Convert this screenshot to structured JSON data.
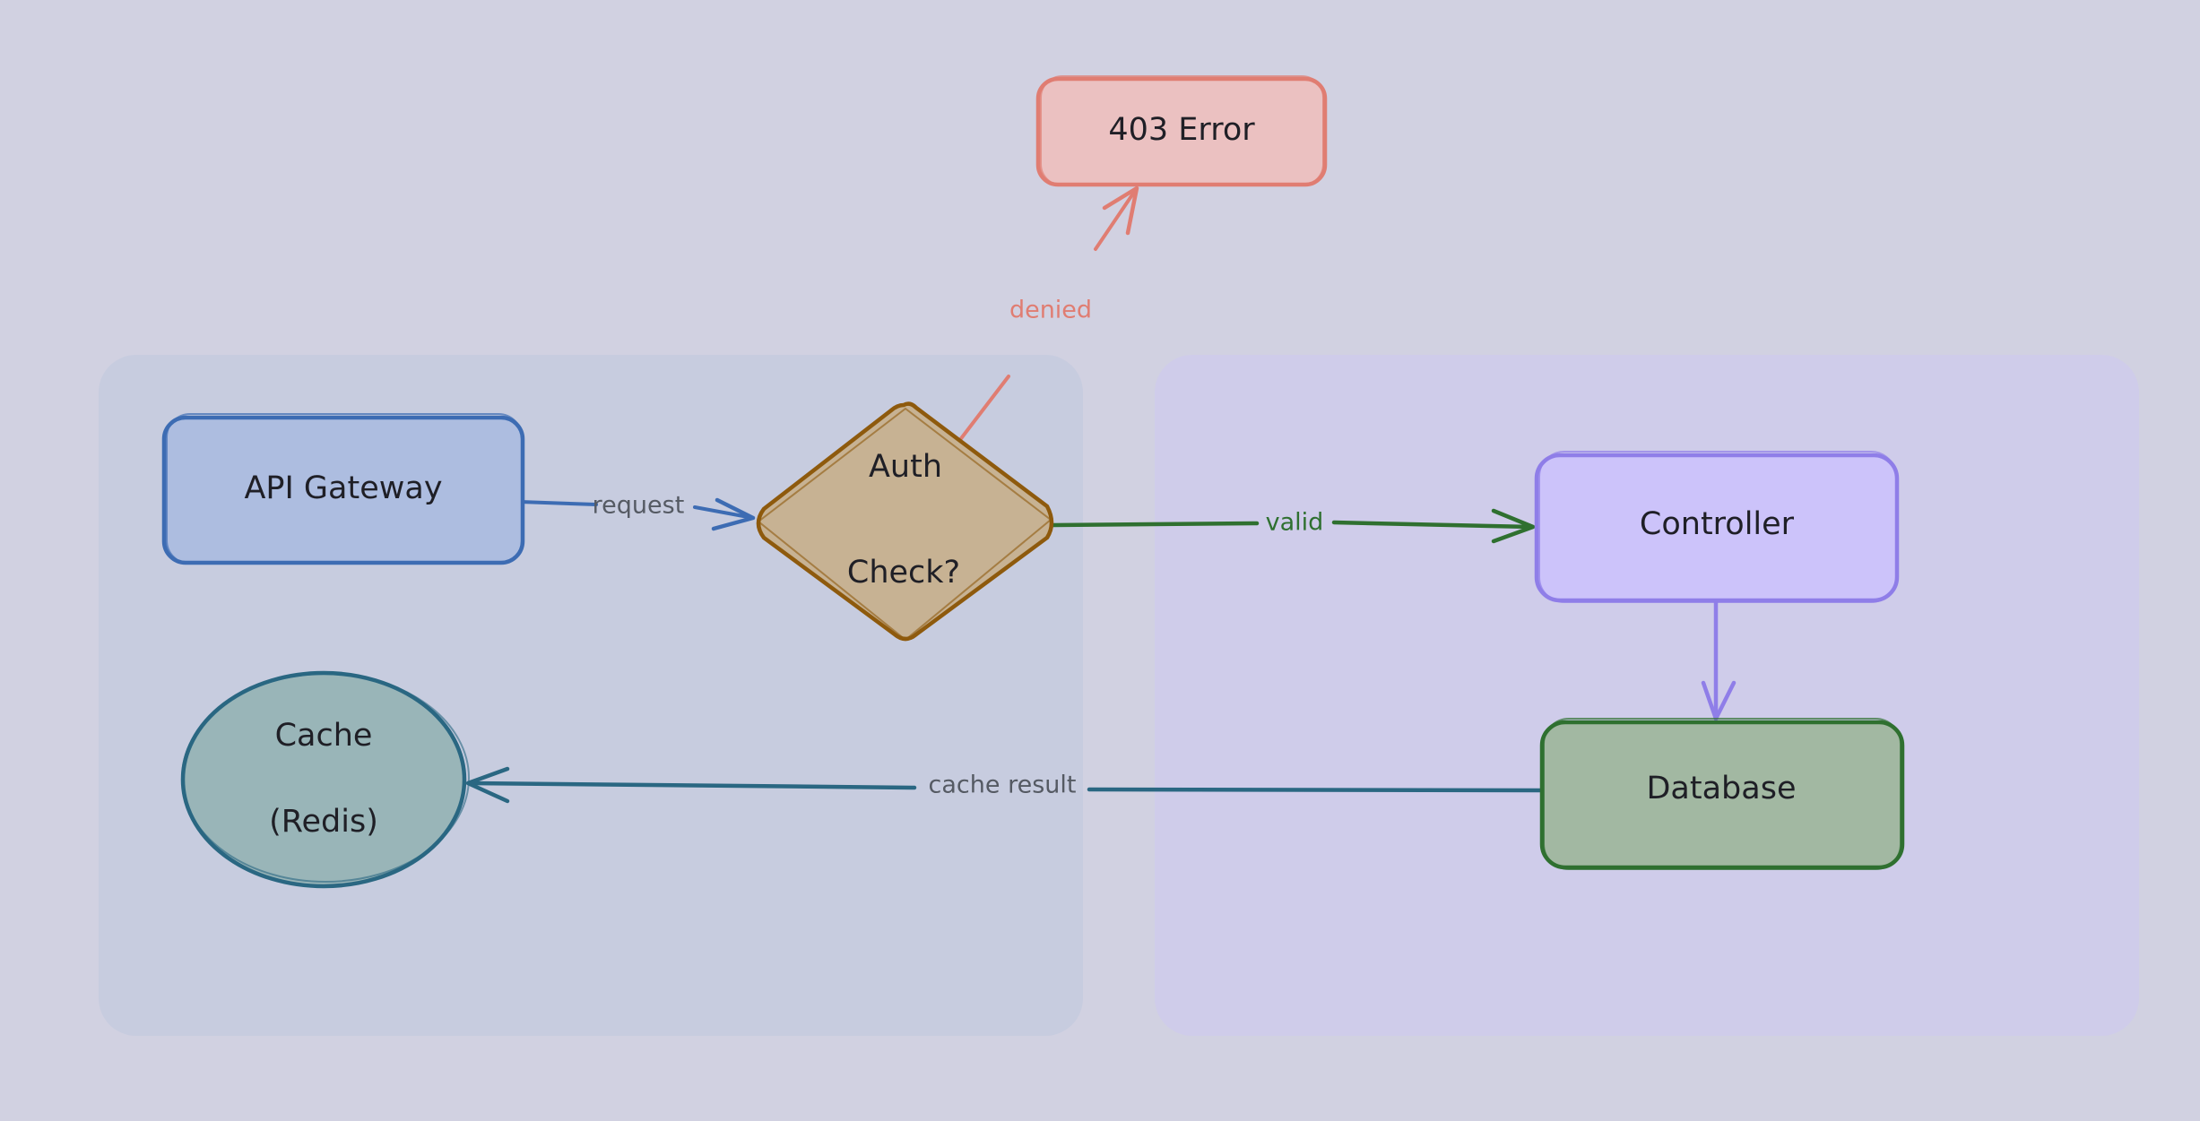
{
  "colors": {
    "canvas": "#d1d1e1",
    "group_left": "#c7ccdf",
    "group_right": "#cfccea",
    "gateway_fill": "#adbde0",
    "gateway_stroke": "#3d6cb3",
    "auth_fill": "#c7b293",
    "auth_stroke": "#8e5a0d",
    "error_fill": "#ebc1c1",
    "error_stroke": "#e07d72",
    "controller_fill": "#ccc3fa",
    "controller_stroke": "#8f7ee8",
    "database_fill": "#a2b8a2",
    "database_stroke": "#2f7030",
    "cache_fill": "#99b5b8",
    "cache_stroke": "#2a6782",
    "label_gray": "#555a63",
    "label_green": "#2f7030",
    "label_red": "#e07d72"
  },
  "nodes": {
    "api_gateway": {
      "label": "API Gateway"
    },
    "auth_check": {
      "line1": "Auth",
      "line2": "Check?"
    },
    "error_403": {
      "label": "403 Error"
    },
    "controller": {
      "label": "Controller"
    },
    "database": {
      "label": "Database"
    },
    "cache": {
      "line1": "Cache",
      "line2": "(Redis)"
    }
  },
  "edges": {
    "request": {
      "label": "request"
    },
    "valid": {
      "label": "valid"
    },
    "denied": {
      "label": "denied"
    },
    "cache_result": {
      "label": "cache result"
    }
  }
}
